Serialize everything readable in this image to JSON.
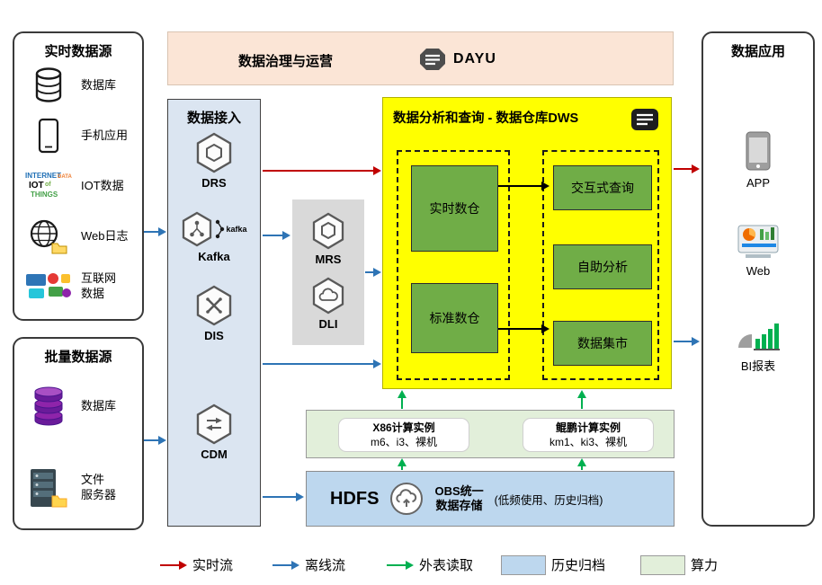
{
  "governance_banner": {
    "title": "数据治理与运营",
    "logo_text": "DAYU"
  },
  "realtime_sources": {
    "title": "实时数据源",
    "items": [
      {
        "label": "数据库",
        "icon": "database-icon"
      },
      {
        "label": "手机应用",
        "icon": "phone-icon"
      },
      {
        "label": "IOT数据",
        "icon": "iot-wordcloud-icon"
      },
      {
        "label": "Web日志",
        "icon": "web-globe-icon"
      },
      {
        "label": "互联网\n数据",
        "icon": "internet-data-icon"
      }
    ]
  },
  "batch_sources": {
    "title": "批量数据源",
    "items": [
      {
        "label": "数据库",
        "icon": "purple-database-stack-icon"
      },
      {
        "label": "文件\n服务器",
        "icon": "file-server-icon"
      }
    ]
  },
  "ingestion": {
    "title": "数据接入",
    "items": [
      {
        "label": "DRS"
      },
      {
        "label": "Kafka",
        "sub": "kafka"
      },
      {
        "label": "DIS"
      },
      {
        "label": "CDM"
      }
    ]
  },
  "processing": {
    "items": [
      {
        "label": "MRS"
      },
      {
        "label": "DLI"
      }
    ]
  },
  "dws": {
    "title": "数据分析和查询 - 数据仓库DWS",
    "warehouses": [
      {
        "label": "实时数仓"
      },
      {
        "label": "标准数仓"
      }
    ],
    "services": [
      {
        "label": "交互式查询"
      },
      {
        "label": "自助分析"
      },
      {
        "label": "数据集市"
      }
    ]
  },
  "compute": {
    "instances": [
      {
        "name": "X86计算实例",
        "detail": "m6、i3、裸机"
      },
      {
        "name": "鲲鹏计算实例",
        "detail": "km1、ki3、裸机"
      }
    ]
  },
  "storage": {
    "hdfs_label": "HDFS",
    "obs_line1": "OBS统一",
    "obs_line2": "数据存储",
    "note": "(低频使用、历史归档)"
  },
  "applications": {
    "title": "数据应用",
    "items": [
      {
        "label": "APP"
      },
      {
        "label": "Web"
      },
      {
        "label": "BI报表"
      }
    ]
  },
  "legend": {
    "items": [
      {
        "label": "实时流",
        "style": "arrow",
        "color": "#c00000"
      },
      {
        "label": "离线流",
        "style": "arrow",
        "color": "#2e74b5"
      },
      {
        "label": "外表读取",
        "style": "arrow",
        "color": "#00b050"
      },
      {
        "label": "历史归档",
        "style": "swatch",
        "color": "#bdd7ee"
      },
      {
        "label": "算力",
        "style": "swatch",
        "color": "#e2efda"
      }
    ]
  },
  "colors": {
    "realtime_flow": "#c00000",
    "offline_flow": "#2e74b5",
    "external_read": "#00b050",
    "archive_bg": "#bdd7ee",
    "compute_bg": "#e2efda",
    "dws_bg": "#ffff00",
    "warehouse_green": "#70ad47",
    "ingestion_bg": "#dbe5f1",
    "banner_bg": "#fbe5d6",
    "processing_bg": "#d9d9d9"
  }
}
